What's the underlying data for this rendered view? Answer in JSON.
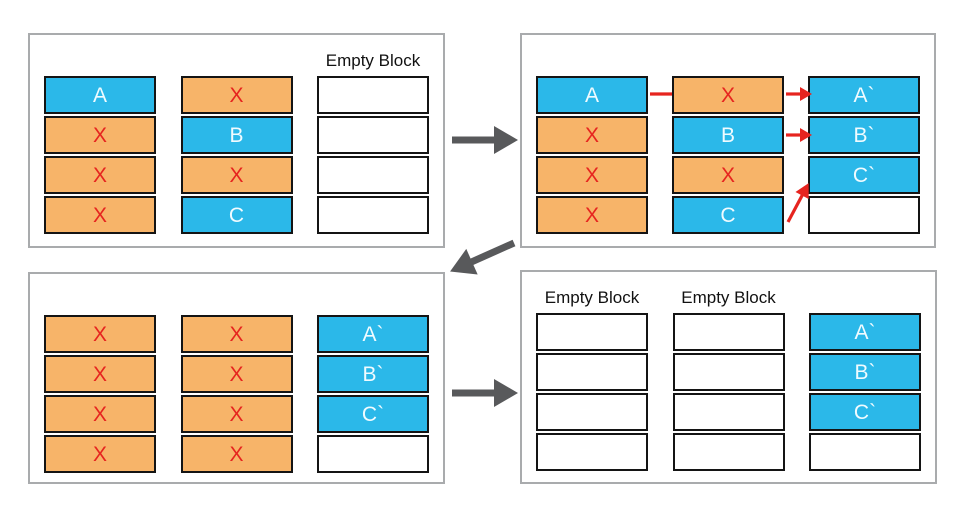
{
  "colors": {
    "valid-bg": "#2bb8e9",
    "valid-text": "#f0fbff",
    "invalid-bg": "#f7b469",
    "invalid-text": "#e6241f",
    "empty-bg": "#ffffff",
    "block-border": "#141414",
    "panel-border": "#a9abad",
    "panel-bg": "#ffffff",
    "flow-arrow": "#58595b",
    "move-arrow": "#e6241f",
    "header-text": "#111111"
  },
  "panels": {
    "step1": {
      "columns": [
        {
          "header": "",
          "blocks": [
            {
              "label": "A",
              "state": "valid"
            },
            {
              "label": "X",
              "state": "invalid"
            },
            {
              "label": "X",
              "state": "invalid"
            },
            {
              "label": "X",
              "state": "invalid"
            }
          ]
        },
        {
          "header": "",
          "blocks": [
            {
              "label": "X",
              "state": "invalid"
            },
            {
              "label": "B",
              "state": "valid"
            },
            {
              "label": "X",
              "state": "invalid"
            },
            {
              "label": "C",
              "state": "valid"
            }
          ]
        },
        {
          "header": "Empty Block",
          "blocks": [
            {
              "label": "",
              "state": "empty"
            },
            {
              "label": "",
              "state": "empty"
            },
            {
              "label": "",
              "state": "empty"
            },
            {
              "label": "",
              "state": "empty"
            }
          ]
        }
      ]
    },
    "step2": {
      "columns": [
        {
          "header": "",
          "blocks": [
            {
              "label": "A",
              "state": "valid"
            },
            {
              "label": "X",
              "state": "invalid"
            },
            {
              "label": "X",
              "state": "invalid"
            },
            {
              "label": "X",
              "state": "invalid"
            }
          ]
        },
        {
          "header": "",
          "blocks": [
            {
              "label": "X",
              "state": "invalid"
            },
            {
              "label": "B",
              "state": "valid"
            },
            {
              "label": "X",
              "state": "invalid"
            },
            {
              "label": "C",
              "state": "valid"
            }
          ]
        },
        {
          "header": "",
          "blocks": [
            {
              "label": "A`",
              "state": "valid"
            },
            {
              "label": "B`",
              "state": "valid"
            },
            {
              "label": "C`",
              "state": "valid"
            },
            {
              "label": "",
              "state": "empty"
            }
          ]
        }
      ]
    },
    "step3": {
      "columns": [
        {
          "header": "",
          "blocks": [
            {
              "label": "X",
              "state": "invalid"
            },
            {
              "label": "X",
              "state": "invalid"
            },
            {
              "label": "X",
              "state": "invalid"
            },
            {
              "label": "X",
              "state": "invalid"
            }
          ]
        },
        {
          "header": "",
          "blocks": [
            {
              "label": "X",
              "state": "invalid"
            },
            {
              "label": "X",
              "state": "invalid"
            },
            {
              "label": "X",
              "state": "invalid"
            },
            {
              "label": "X",
              "state": "invalid"
            }
          ]
        },
        {
          "header": "",
          "blocks": [
            {
              "label": "A`",
              "state": "valid"
            },
            {
              "label": "B`",
              "state": "valid"
            },
            {
              "label": "C`",
              "state": "valid"
            },
            {
              "label": "",
              "state": "empty"
            }
          ]
        }
      ]
    },
    "step4": {
      "columns": [
        {
          "header": "Empty Block",
          "blocks": [
            {
              "label": "",
              "state": "empty"
            },
            {
              "label": "",
              "state": "empty"
            },
            {
              "label": "",
              "state": "empty"
            },
            {
              "label": "",
              "state": "empty"
            }
          ]
        },
        {
          "header": "Empty Block",
          "blocks": [
            {
              "label": "",
              "state": "empty"
            },
            {
              "label": "",
              "state": "empty"
            },
            {
              "label": "",
              "state": "empty"
            },
            {
              "label": "",
              "state": "empty"
            }
          ]
        },
        {
          "header": "",
          "blocks": [
            {
              "label": "A`",
              "state": "valid"
            },
            {
              "label": "B`",
              "state": "valid"
            },
            {
              "label": "C`",
              "state": "valid"
            },
            {
              "label": "",
              "state": "empty"
            }
          ]
        }
      ]
    }
  },
  "move_arrows": [
    {
      "from": "A",
      "to": "A`"
    },
    {
      "from": "B",
      "to": "B`"
    },
    {
      "from": "C",
      "to": "C`"
    }
  ],
  "flow_arrows": [
    {
      "from": "step1",
      "to": "step2",
      "direction": "right"
    },
    {
      "from": "step2",
      "to": "step3",
      "direction": "down-left"
    },
    {
      "from": "step3",
      "to": "step4",
      "direction": "right"
    }
  ]
}
